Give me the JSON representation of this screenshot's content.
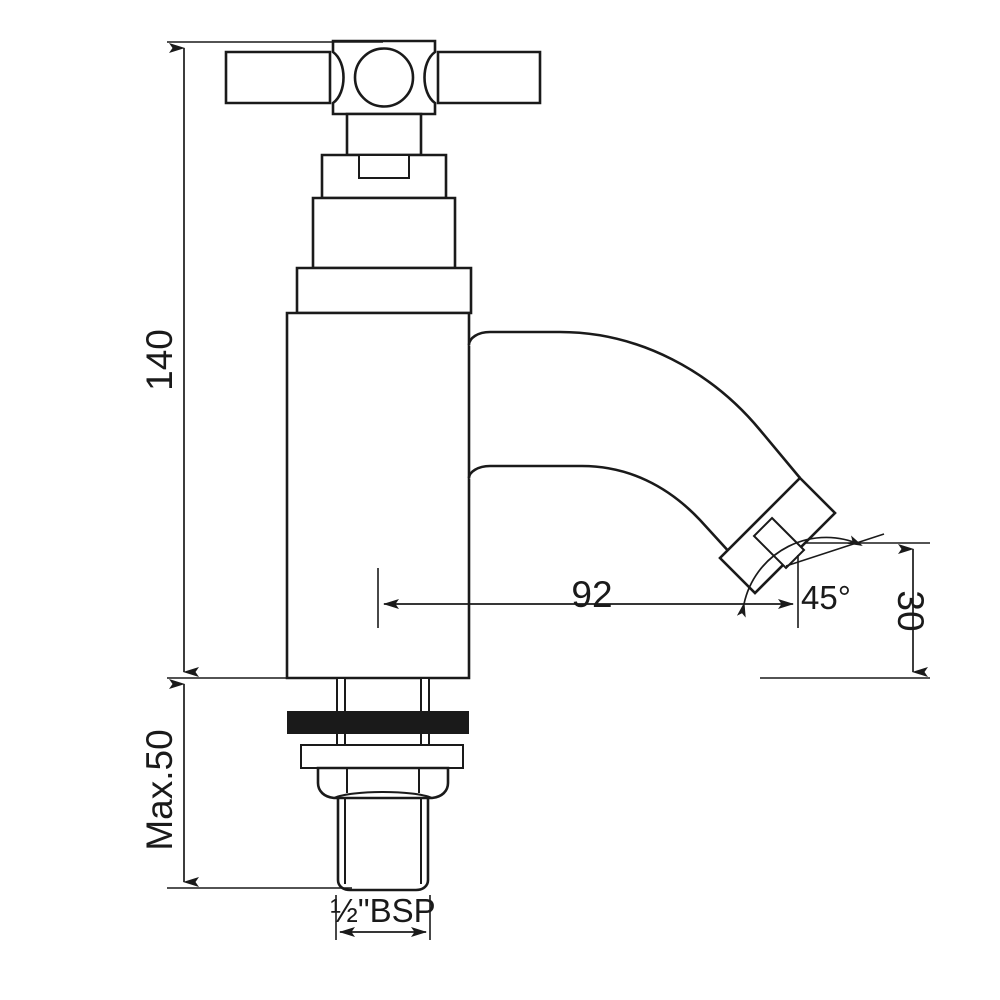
{
  "drawing": {
    "title": "Pillar Tap / Bib Cock Technical Drawing",
    "units": "mm",
    "line_color": "#1a1a1a",
    "background_color": "#ffffff",
    "gasket_color": "#1a1a1a"
  },
  "dimensions": {
    "overall_height": {
      "label": "140",
      "name": "overall-height-dimension",
      "orientation": "vertical",
      "text_rotation": -90,
      "unit": "mm"
    },
    "mounting_depth": {
      "label": "Max.50",
      "name": "mounting-depth-dimension",
      "orientation": "vertical",
      "text_rotation": -90,
      "unit": "mm"
    },
    "spout_reach": {
      "label": "92",
      "name": "spout-reach-dimension",
      "orientation": "horizontal",
      "text_rotation": 0,
      "unit": "mm"
    },
    "outlet_height": {
      "label": "30",
      "name": "outlet-height-dimension",
      "orientation": "vertical",
      "text_rotation": 90,
      "unit": "mm"
    },
    "outlet_angle": {
      "label": "45°",
      "name": "outlet-angle-dimension",
      "orientation": "angular",
      "text_rotation": 0
    },
    "thread_size": {
      "label": "½\"BSP",
      "name": "thread-size-dimension",
      "orientation": "horizontal",
      "text_rotation": 0
    }
  },
  "components": [
    {
      "name": "cross-handle",
      "label": "Cross Handle"
    },
    {
      "name": "handle-hub-circle",
      "label": "Handle Hub Circle"
    },
    {
      "name": "handle-stem",
      "label": "Handle Stem"
    },
    {
      "name": "bonnet-cap",
      "label": "Bonnet Cap"
    },
    {
      "name": "valve-body",
      "label": "Valve Body"
    },
    {
      "name": "body-flange",
      "label": "Body Flange"
    },
    {
      "name": "spout",
      "label": "Angled Spout"
    },
    {
      "name": "aerator-outlet",
      "label": "Aerator Outlet"
    },
    {
      "name": "mounting-shank",
      "label": "Mounting Shank"
    },
    {
      "name": "rubber-gasket",
      "label": "Rubber Gasket"
    },
    {
      "name": "washer-plate",
      "label": "Washer Plate"
    },
    {
      "name": "hex-nut",
      "label": "Hex Lock Nut"
    },
    {
      "name": "threaded-tail",
      "label": "Threaded Tail ½\" BSP"
    }
  ]
}
